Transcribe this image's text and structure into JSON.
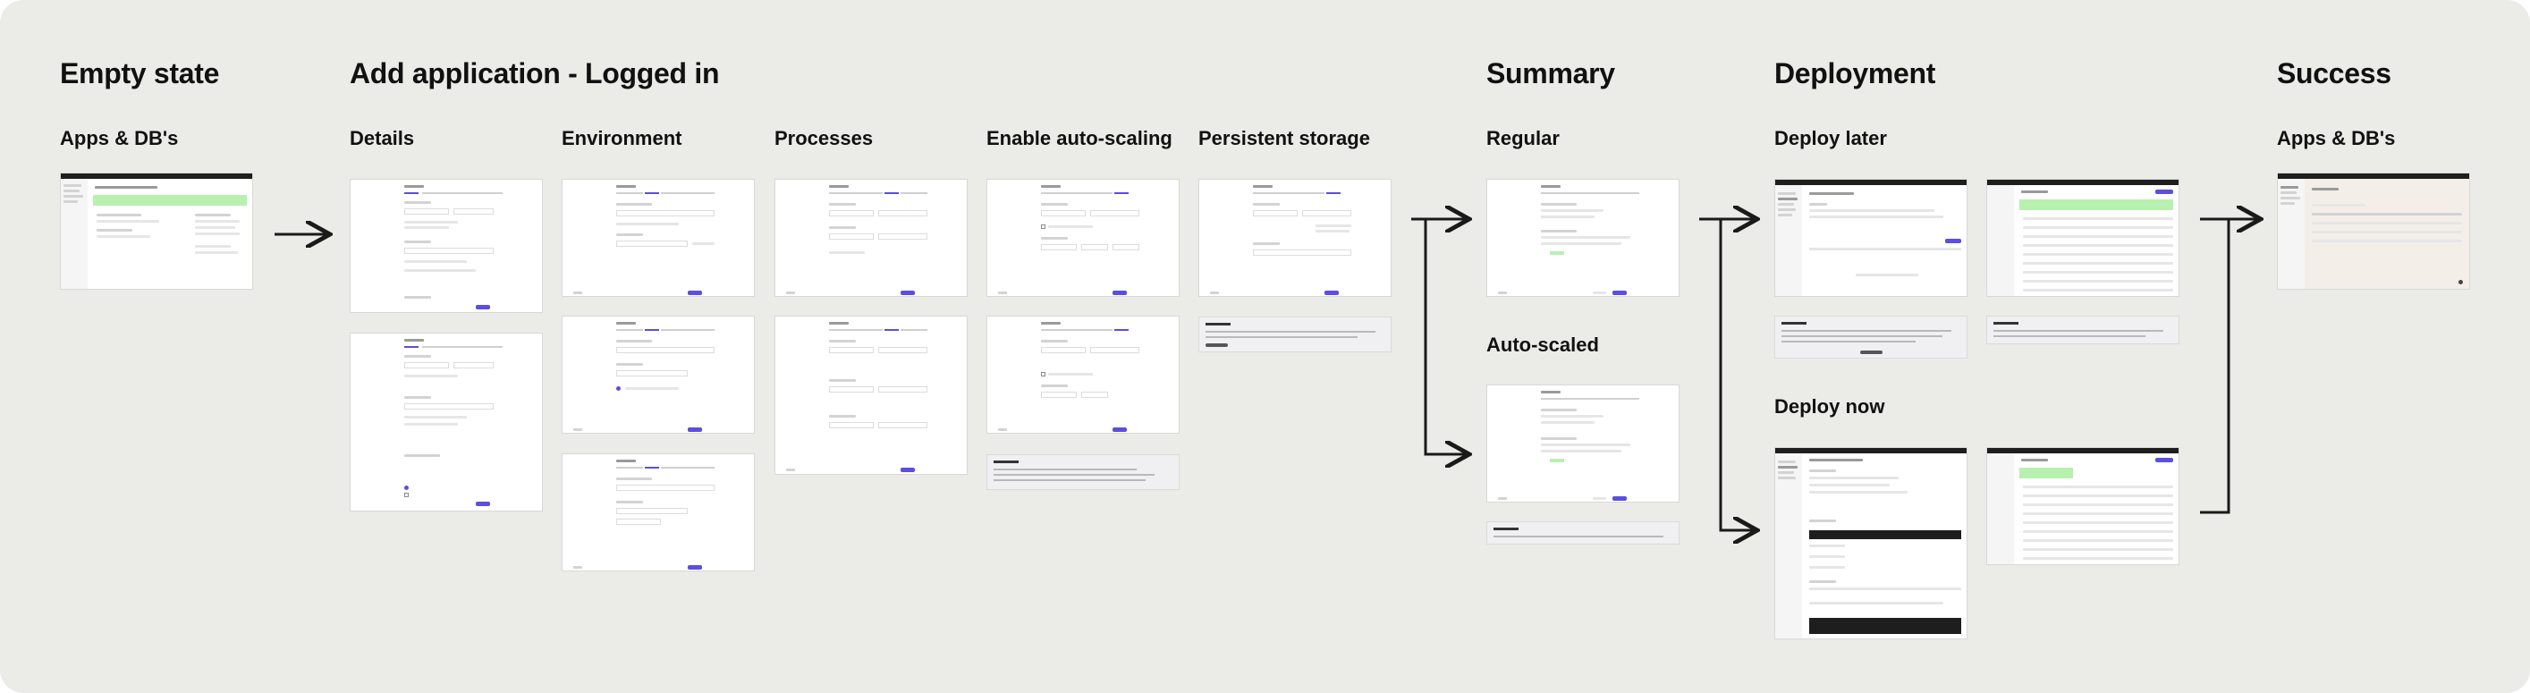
{
  "sections": {
    "empty_state": "Empty state",
    "add_application": "Add application - Logged in",
    "summary": "Summary",
    "deployment": "Deployment",
    "success": "Success"
  },
  "subsections": {
    "apps_dbs_empty": "Apps & DB's",
    "details": "Details",
    "environment": "Environment",
    "processes": "Processes",
    "enable_autoscaling": "Enable auto-scaling",
    "persistent_storage": "Persistent storage",
    "regular": "Regular",
    "auto_scaled": "Auto-scaled",
    "deploy_later": "Deploy later",
    "deploy_now": "Deploy now",
    "apps_dbs_success": "Apps & DB's"
  },
  "colors": {
    "board": "#ebebe7",
    "accent": "#5b4ee0",
    "success_banner": "#b8f0b0",
    "arrow": "#1a1a1a"
  }
}
